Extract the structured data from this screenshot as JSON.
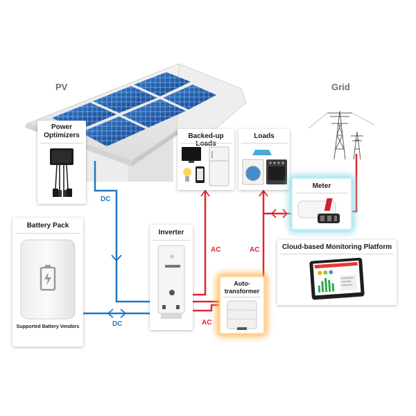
{
  "nodes": {
    "pv": "PV",
    "grid": "Grid",
    "power_optimizers": "Power\nOptimizers",
    "backed_up_loads": "Backed-up Loads",
    "loads": "Loads",
    "meter": "Meter",
    "battery_pack": "Battery Pack",
    "battery_vendors": "Supported Battery Vendors",
    "inverter": "Inverter",
    "autotransformer": "Auto-\ntransformer",
    "monitoring": "Cloud-based Monitoring Platform"
  },
  "connections": {
    "dc_optimizers": "DC",
    "dc_battery": "DC",
    "ac_backed_up": "AC",
    "ac_loads": "AC",
    "ac_autotransformer": "AC"
  },
  "colors": {
    "dc_line": "#1f77c2",
    "ac_line": "#e0252f",
    "meter_glow": "#8fdce6",
    "autotransformer_glow": "#ffb347"
  }
}
